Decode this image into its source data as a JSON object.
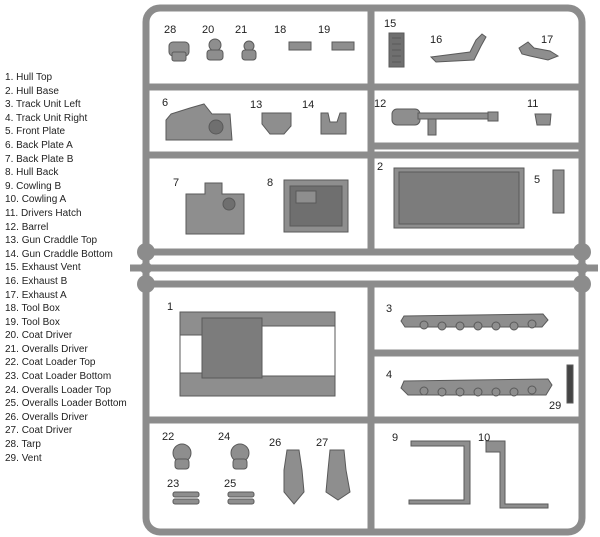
{
  "legend": [
    {
      "num": "1",
      "name": "Hull Top"
    },
    {
      "num": "2",
      "name": "Hull Base"
    },
    {
      "num": "3",
      "name": "Track Unit Left"
    },
    {
      "num": "4",
      "name": "Track Unit Right"
    },
    {
      "num": "5",
      "name": "Front Plate"
    },
    {
      "num": "6",
      "name": "Back Plate A"
    },
    {
      "num": "7",
      "name": "Back Plate B"
    },
    {
      "num": "8",
      "name": "Hull Back"
    },
    {
      "num": "9",
      "name": "Cowling B"
    },
    {
      "num": "10",
      "name": "Cowling A"
    },
    {
      "num": "11",
      "name": "Drivers Hatch"
    },
    {
      "num": "12",
      "name": "Barrel"
    },
    {
      "num": "13",
      "name": "Gun Craddle Top"
    },
    {
      "num": "14",
      "name": "Gun Craddle Bottom"
    },
    {
      "num": "15",
      "name": "Exhaust Vent"
    },
    {
      "num": "16",
      "name": "Exhaust B"
    },
    {
      "num": "17",
      "name": "Exhaust A"
    },
    {
      "num": "18",
      "name": "Tool Box"
    },
    {
      "num": "19",
      "name": "Tool Box"
    },
    {
      "num": "20",
      "name": "Coat Driver"
    },
    {
      "num": "21",
      "name": "Overalls Driver"
    },
    {
      "num": "22",
      "name": "Coat Loader Top"
    },
    {
      "num": "23",
      "name": "Coat Loader Bottom"
    },
    {
      "num": "24",
      "name": "Overalls Loader Top"
    },
    {
      "num": "25",
      "name": "Overalls Loader Bottom"
    },
    {
      "num": "26",
      "name": "Overalls Driver"
    },
    {
      "num": "27",
      "name": "Coat Driver"
    },
    {
      "num": "28",
      "name": "Tarp"
    },
    {
      "num": "29",
      "name": "Vent"
    }
  ],
  "colors": {
    "frame": "#8c8c8c",
    "part": "#8e8e8e",
    "part_dark": "#6f6f6f",
    "outline": "#5a5a5a"
  }
}
